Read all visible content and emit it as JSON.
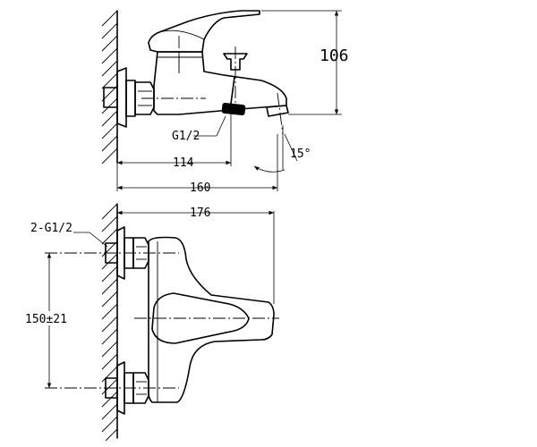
{
  "drawing": {
    "side_view": {
      "dim_height": "106",
      "dim_inlet": "114",
      "dim_total": "160",
      "angle": "15°",
      "thread": "G1/2"
    },
    "front_view": {
      "dim_width": "176",
      "dim_centers": "150±21",
      "thread": "2-G1/2"
    }
  }
}
